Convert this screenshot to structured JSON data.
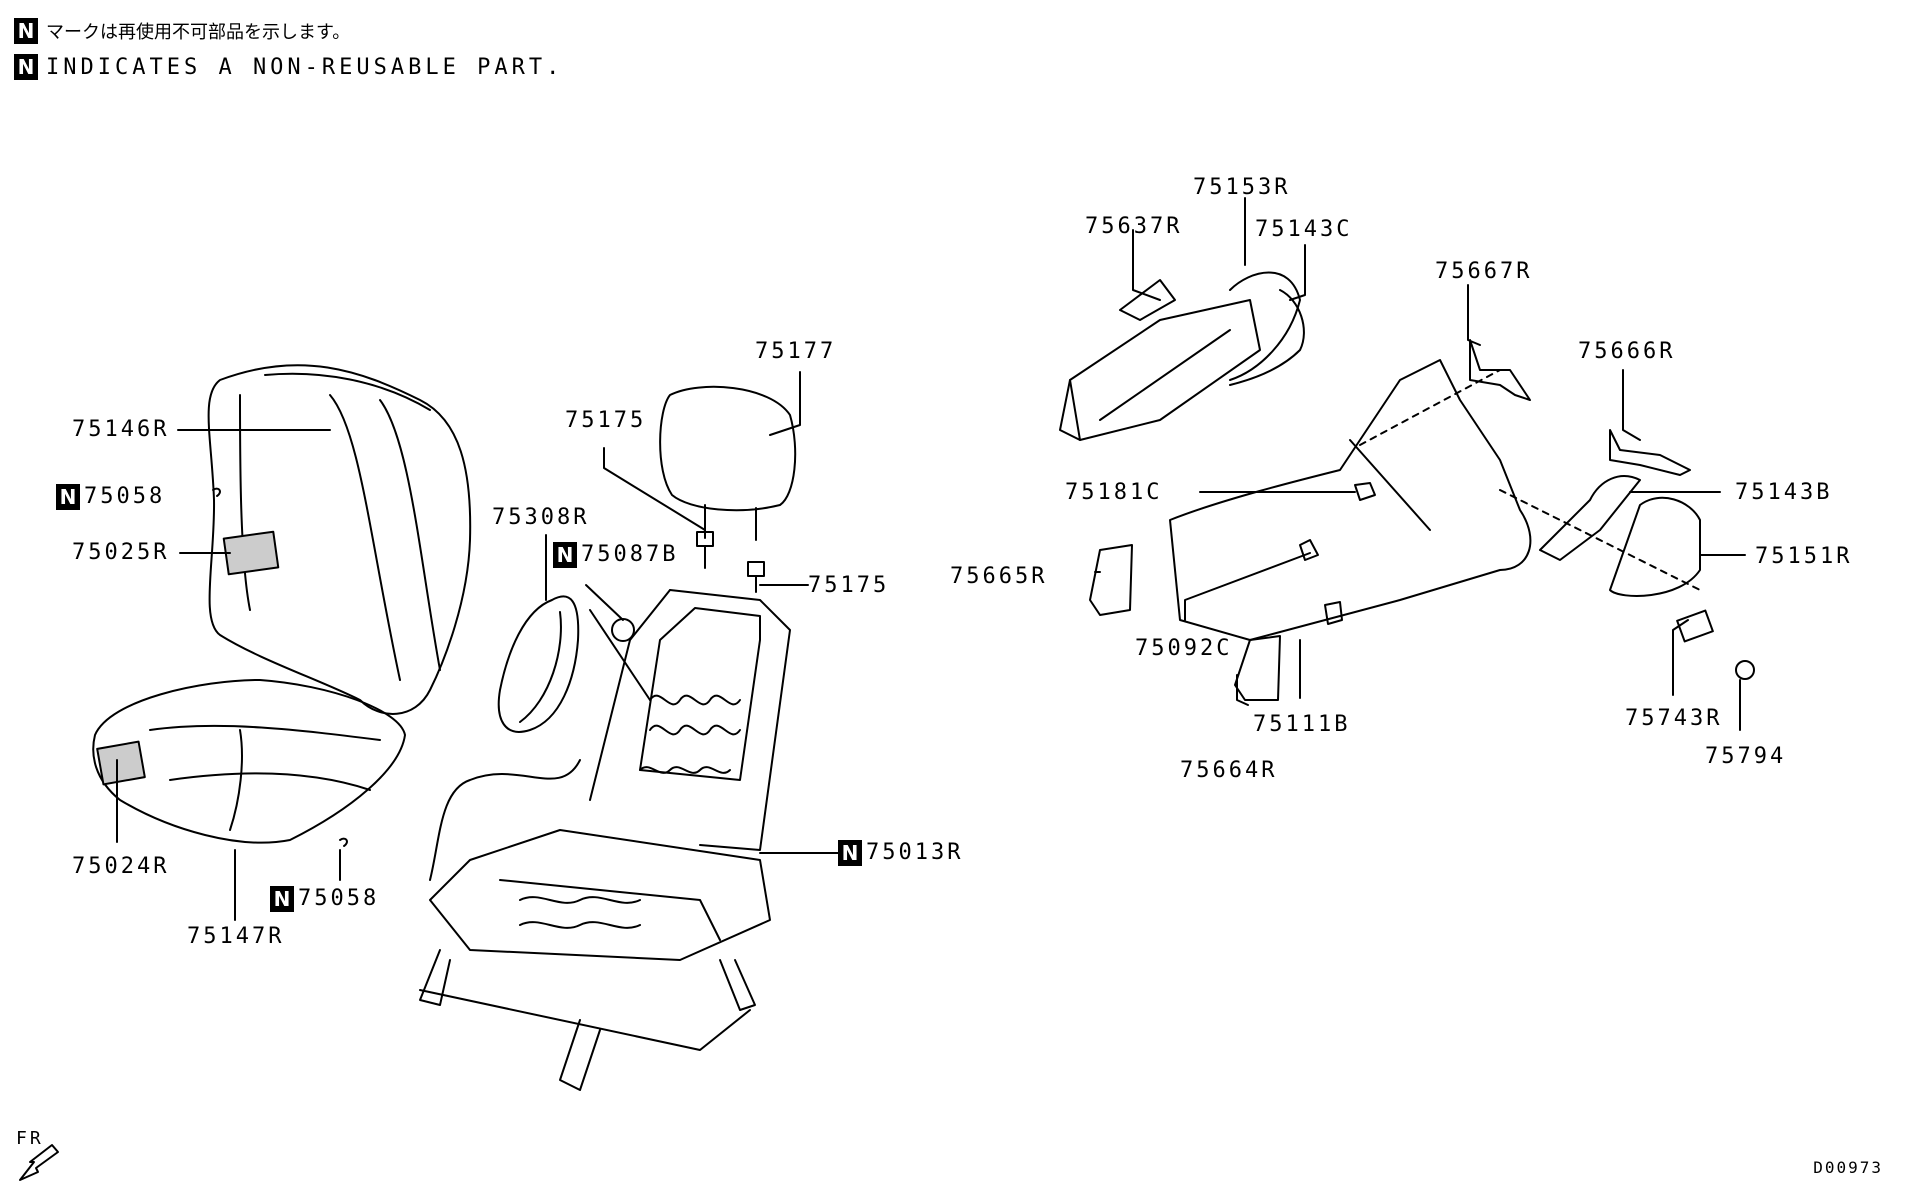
{
  "legend": {
    "badge": "N",
    "line_jp": "マークは再使用不可部品を示します。",
    "line_en": "INDICATES A NON-REUSABLE PART."
  },
  "parts": {
    "p75146R": "75146R",
    "p75058a": "75058",
    "p75025R": "75025R",
    "p75024R": "75024R",
    "p75147R": "75147R",
    "p75058b": "75058",
    "p75177": "75177",
    "p75175a": "75175",
    "p75175b": "75175",
    "p75308R": "75308R",
    "p75087B": "75087B",
    "p75013R": "75013R",
    "p75153R": "75153R",
    "p75637R": "75637R",
    "p75143C": "75143C",
    "p75667R": "75667R",
    "p75666R": "75666R",
    "p75181C": "75181C",
    "p75143B": "75143B",
    "p75151R": "75151R",
    "p75665R": "75665R",
    "p75092C": "75092C",
    "p75111B": "75111B",
    "p75664R": "75664R",
    "p75743R": "75743R",
    "p75794": "75794"
  },
  "direction_label": "FR",
  "drawing_code": "D00973"
}
